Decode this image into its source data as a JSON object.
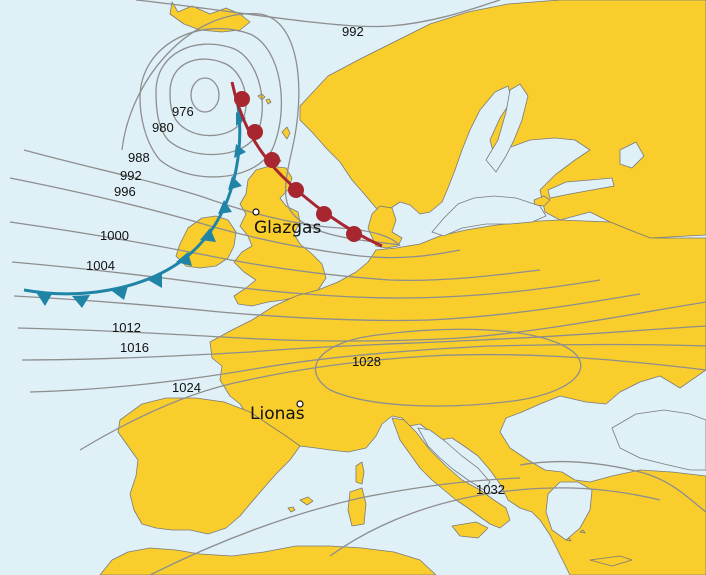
{
  "colors": {
    "sea": "#dff0f7",
    "land": "#f8cd2c",
    "coast": "#7a7a7a",
    "isobar": "#8e8e8e",
    "cold_front": "#1f84a6",
    "warm_front": "#a8262f"
  },
  "isobar_labels": {
    "p976": "976",
    "p980": "980",
    "p988": "988",
    "p992": "992",
    "p992_north": "992",
    "p996": "996",
    "p1000": "1000",
    "p1004": "1004",
    "p1012": "1012",
    "p1016": "1016",
    "p1024": "1024",
    "p1028": "1028",
    "p1032": "1032"
  },
  "cities": {
    "glazgas": "Glazgas",
    "lionas": "Lionas"
  },
  "fronts": {
    "cold": "cold-front",
    "warm": "warm-front"
  }
}
